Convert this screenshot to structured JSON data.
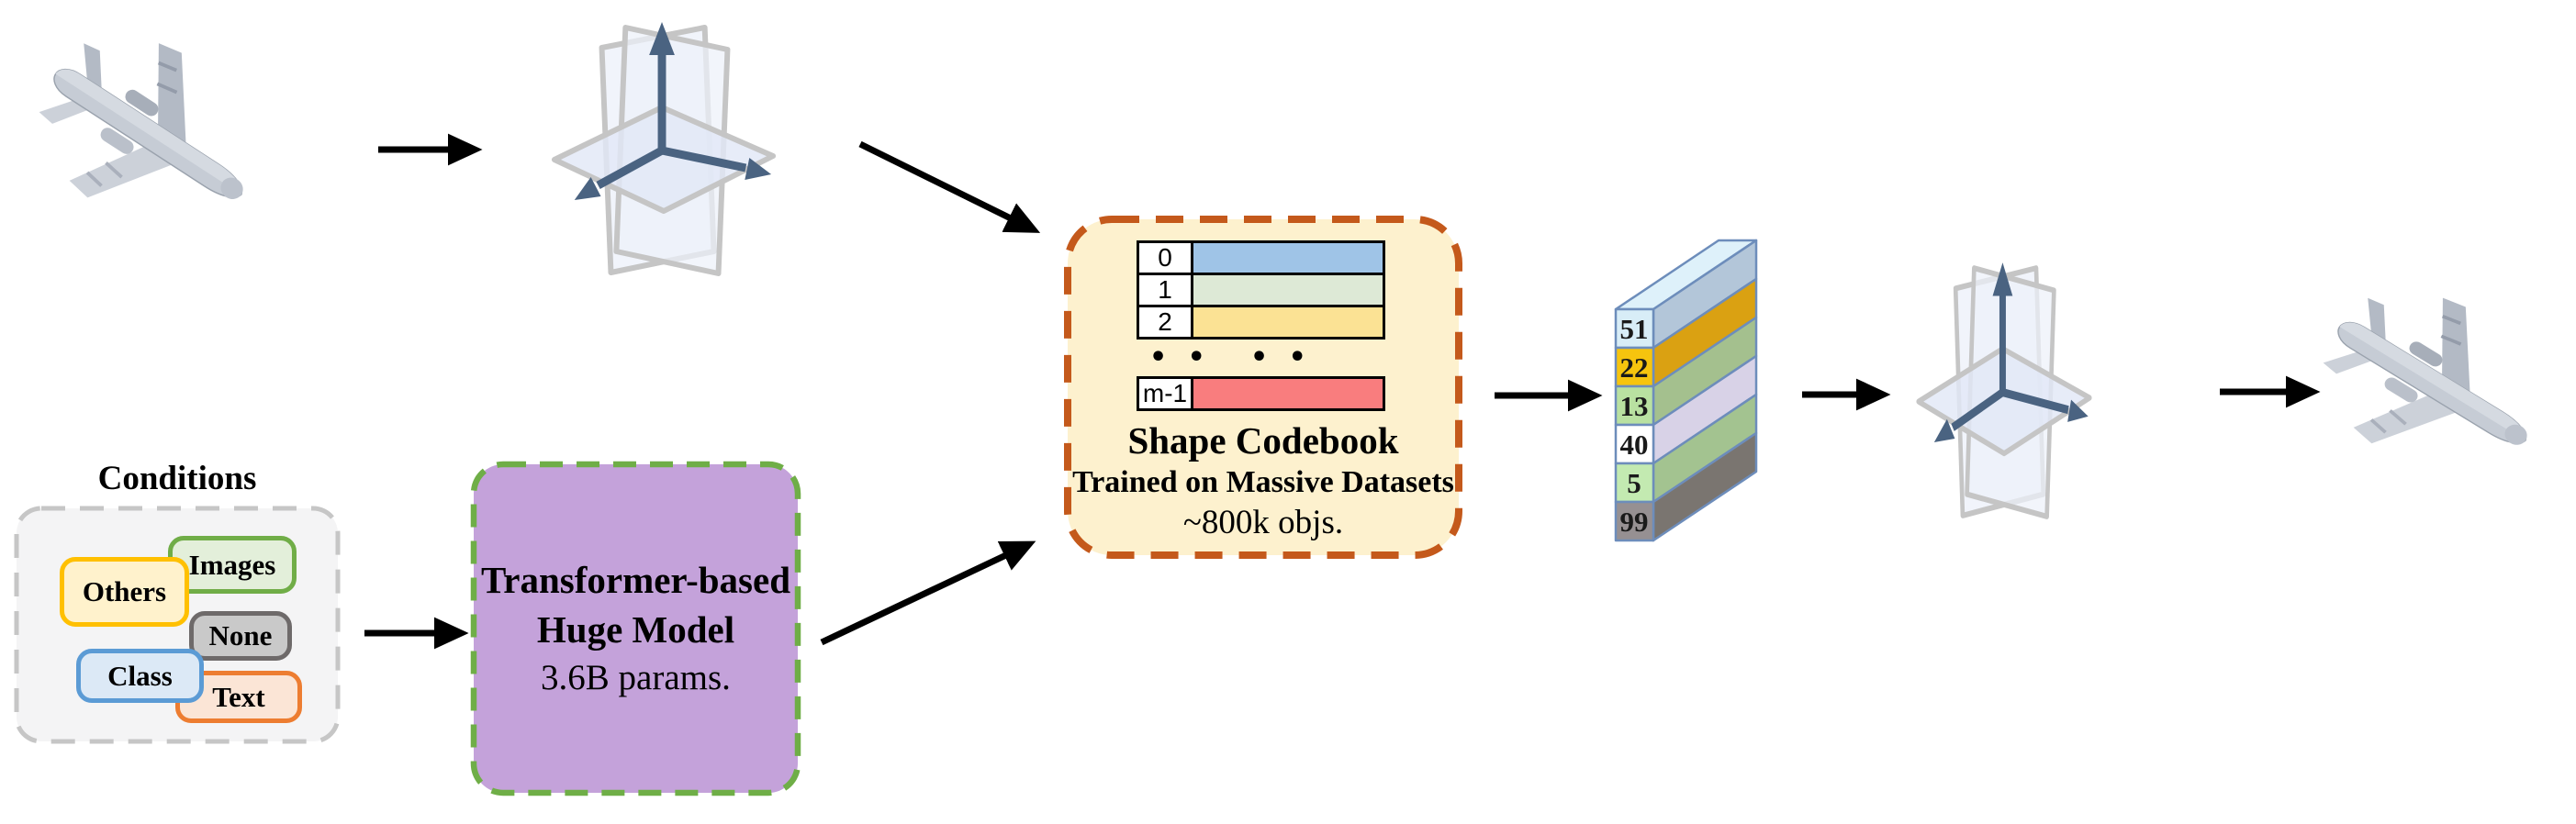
{
  "figure_title": "",
  "conditions": {
    "title": "Conditions",
    "panel_fill": "#f4f4f5",
    "panel_border": "#c6c6c6",
    "items": [
      {
        "label": "Images",
        "fill": "#e3efda",
        "border": "#70ad47"
      },
      {
        "label": "Others",
        "fill": "#fff2cc",
        "border": "#ffc000"
      },
      {
        "label": "None",
        "fill": "#c9c9c9",
        "border": "#6e6a6a"
      },
      {
        "label": "Class",
        "fill": "#dce9f6",
        "border": "#5b9bd5"
      },
      {
        "label": "Text",
        "fill": "#fbe5d6",
        "border": "#ed7d31"
      }
    ]
  },
  "model": {
    "line1": "Transformer-based",
    "line2": "Huge Model",
    "line3": "3.6B params.",
    "fill": "#c4a2da",
    "border": "#6fae47"
  },
  "codebook": {
    "title": "Shape Codebook",
    "subtitle": "Trained on Massive Datasets",
    "note": "~800k objs.",
    "fill": "#fdf1ce",
    "border": "#c4591b",
    "rows": [
      {
        "index": "0",
        "bar_color": "#9fc4e7"
      },
      {
        "index": "1",
        "bar_color": "#dde9d6"
      },
      {
        "index": "2",
        "bar_color": "#fbe294"
      }
    ],
    "ellipsis_left": "• •",
    "ellipsis_right": "• •",
    "last_row": {
      "index": "m-1",
      "bar_color": "#f97d7e"
    }
  },
  "token_stack": {
    "border": "#6d8dbb",
    "top_fill": "#def1fa",
    "tokens": [
      {
        "value": "51",
        "front": "#d8edf7",
        "side": "#b3c6d9"
      },
      {
        "value": "22",
        "front": "#f6c40e",
        "side": "#daa112"
      },
      {
        "value": "13",
        "front": "#b9e1a1",
        "side": "#a4c08e"
      },
      {
        "value": "40",
        "front": "#ffffff",
        "side": "#d8d2e7"
      },
      {
        "value": "5",
        "front": "#c3eab1",
        "side": "#a3c390"
      },
      {
        "value": "99",
        "front": "#969092",
        "side": "#7a7570"
      }
    ]
  },
  "icons": {
    "input_shape": "airplane-3d-icon",
    "output_shape": "airplane-3d-icon",
    "latent": "triplane-axes-icon",
    "flow": "arrow-icon"
  }
}
